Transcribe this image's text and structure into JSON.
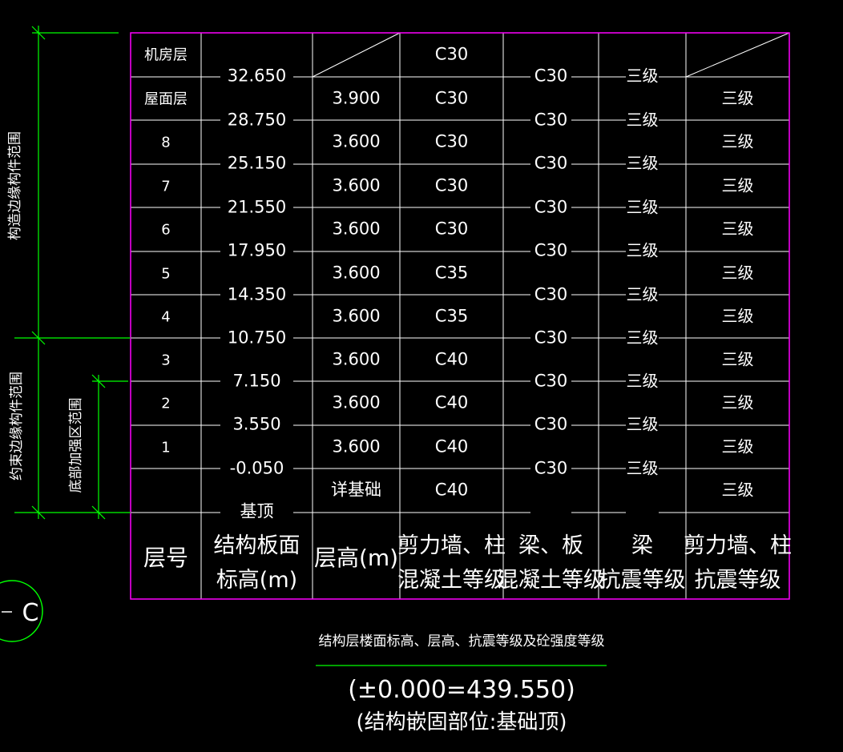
{
  "colors": {
    "background": "#000000",
    "frame": "#ff00ff",
    "text": "#ffffff",
    "dimension": "#00ff00",
    "grid": "#ffffff"
  },
  "floors": [
    {
      "name": "机房层",
      "elevation": "32.650",
      "height": "",
      "wall": "C30",
      "beam": "C30",
      "beam_grade": "三级",
      "wall_grade": ""
    },
    {
      "name": "屋面层",
      "elevation": "28.750",
      "height": "3.900",
      "wall": "C30",
      "beam": "C30",
      "beam_grade": "三级",
      "wall_grade": "三级"
    },
    {
      "name": "8",
      "elevation": "25.150",
      "height": "3.600",
      "wall": "C30",
      "beam": "C30",
      "beam_grade": "三级",
      "wall_grade": "三级"
    },
    {
      "name": "7",
      "elevation": "21.550",
      "height": "3.600",
      "wall": "C30",
      "beam": "C30",
      "beam_grade": "三级",
      "wall_grade": "三级"
    },
    {
      "name": "6",
      "elevation": "17.950",
      "height": "3.600",
      "wall": "C30",
      "beam": "C30",
      "beam_grade": "三级",
      "wall_grade": "三级"
    },
    {
      "name": "5",
      "elevation": "14.350",
      "height": "3.600",
      "wall": "C35",
      "beam": "C30",
      "beam_grade": "三级",
      "wall_grade": "三级"
    },
    {
      "name": "4",
      "elevation": "10.750",
      "height": "3.600",
      "wall": "C35",
      "beam": "C30",
      "beam_grade": "三级",
      "wall_grade": "三级"
    },
    {
      "name": "3",
      "elevation": "7.150",
      "height": "3.600",
      "wall": "C40",
      "beam": "C30",
      "beam_grade": "三级",
      "wall_grade": "三级"
    },
    {
      "name": "2",
      "elevation": "3.550",
      "height": "3.600",
      "wall": "C40",
      "beam": "C30",
      "beam_grade": "三级",
      "wall_grade": "三级"
    },
    {
      "name": "1",
      "elevation": "-0.050",
      "height": "3.600",
      "wall": "C40",
      "beam": "C30",
      "beam_grade": "三级",
      "wall_grade": "三级"
    },
    {
      "name": "",
      "elevation": "基顶",
      "height": "详基础",
      "wall": "C40",
      "beam": "",
      "beam_grade": "",
      "wall_grade": "三级"
    }
  ],
  "headers": [
    [
      "层号"
    ],
    [
      "结构板面",
      "标高(m)"
    ],
    [
      "层高(m)"
    ],
    [
      "剪力墙、柱",
      "混凝土等级"
    ],
    [
      "梁、板",
      "混凝土等级"
    ],
    [
      "梁",
      "抗震等级"
    ],
    [
      "剪力墙、柱",
      "抗震等级"
    ]
  ],
  "dimension_labels": {
    "upper_range": "构造边缘构件范围",
    "lower_range": "约束边缘构件范围",
    "base_strengthen": "底部加强区范围"
  },
  "axis_bubble": "C",
  "caption": {
    "title": "结构层楼面标高、层高、抗震等级及砼强度等级",
    "datum": "(±0.000=439.550)",
    "embed": "(结构嵌固部位:基础顶)"
  }
}
